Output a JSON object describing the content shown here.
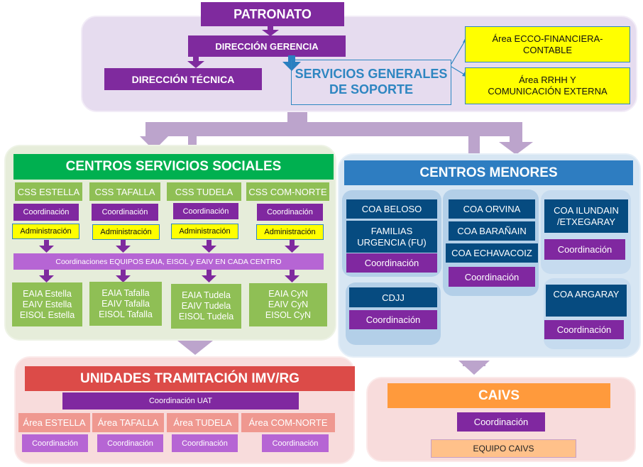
{
  "colors": {
    "purple": "#7f2a9e",
    "purple_light": "#b665d4",
    "yellow": "#ffff00",
    "green_header": "#00b050",
    "green_light": "#8fbf55",
    "blue_header": "#2e7dc1",
    "navy": "#064b80",
    "red_header": "#dc4b48",
    "salmon": "#ef9890",
    "orange": "#ff9a3c",
    "peach": "#ffc18a",
    "connector": "#bca4cc"
  },
  "top": {
    "patronato": "PATRONATO",
    "direccion_gerencia": "DIRECCIÓN GERENCIA",
    "direccion_tecnica": "DIRECCIÓN TÉCNICA",
    "servicios_generales": "SERVICIOS GENERALES\nDE SOPORTE",
    "areas": [
      "Área ECCO-FINANCIERA-\nCONTABLE",
      "Área RRHH Y\nCOMUNICACIÓN EXTERNA"
    ]
  },
  "css": {
    "title": "CENTROS SERVICIOS SOCIALES",
    "centers": [
      {
        "name": "CSS ESTELLA",
        "coord": "Coordinación",
        "admin": "Administración",
        "teams": "EAIA Estella\nEAIV Estella\nEISOL Estella"
      },
      {
        "name": "CSS TAFALLA",
        "coord": "Coordinación",
        "admin": "Administración",
        "teams": "EAIA Tafalla\nEAIV Tafalla\nEISOL Tafalla"
      },
      {
        "name": "CSS TUDELA",
        "coord": "Coordinación",
        "admin": "Administración",
        "teams": "EAIA Tudela\nEAIV Tudela\nEISOL Tudela"
      },
      {
        "name": "CSS COM-NORTE",
        "coord": "Coordinación",
        "admin": "Administración",
        "teams": "EAIA CyN\nEAIV CyN\nEISOL CyN"
      }
    ],
    "coordinaciones_bar": "Coordinaciones EQUIPOS EAIA, EISOL y EAIV EN CADA CENTRO"
  },
  "menores": {
    "title": "CENTROS MENORES",
    "coa_beloso": "COA BELOSO",
    "familias_urgencia": "FAMILIAS\nURGENCIA (FU)",
    "coord_1": "Coordinación",
    "cdjj": "CDJJ",
    "coord_cdjj": "Coordinación",
    "coa_orvina": "COA ORVINA",
    "coa_baranain": "COA BARAÑAIN",
    "coa_echavacoiz": "COA ECHAVACOIZ",
    "coord_2": "Coordinación",
    "coa_ilundain": "COA ILUNDAIN\n/ETXEGARAY",
    "coord_3": "Coordinación",
    "coa_argaray": "COA ARGARAY",
    "coord_4": "Coordinación"
  },
  "unidades": {
    "title": "UNIDADES TRAMITACIÓN IMV/RG",
    "coord_uat": "Coordinación UAT",
    "areas": [
      {
        "name": "Área ESTELLA",
        "coord": "Coordinación"
      },
      {
        "name": "Área TAFALLA",
        "coord": "Coordinación"
      },
      {
        "name": "Área TUDELA",
        "coord": "Coordinación"
      },
      {
        "name": "Área COM-NORTE",
        "coord": "Coordinación"
      }
    ]
  },
  "caivs": {
    "title": "CAIVS",
    "coord": "Coordinación",
    "equipo": "EQUIPO CAIVS"
  }
}
